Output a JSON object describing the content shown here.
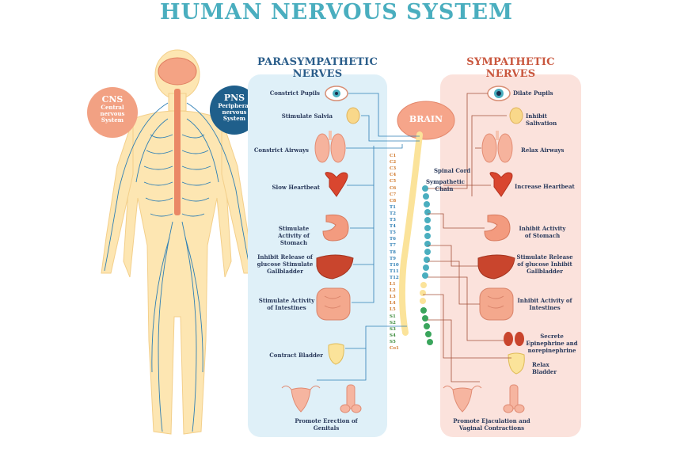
{
  "title": "HUMAN NERVOUS SYSTEM",
  "cns": {
    "abbr": "CNS",
    "line1": "Central",
    "line2": "nervous",
    "line3": "System",
    "color": "#f2a183"
  },
  "pns": {
    "abbr": "PNS",
    "line1": "Peripheral",
    "line2": "nervous",
    "line3": "System",
    "color": "#1f5f8b"
  },
  "parasympathetic": {
    "heading": "PARASYMPATHETIC NERVES",
    "labels": [
      "Constrict Pupils",
      "Stimulate Salvia",
      "Constrict Airways",
      "Slow Heartbeat",
      "Stimulate Activity of Stomach",
      "Inhibit Release of glucose Stimulate Gallbladder",
      "Stimulate Activity of Intestines",
      "Contract Bladder",
      "Promote Erection of Genitals"
    ]
  },
  "sympathetic": {
    "heading": "SYMPATHETIC NERVES",
    "labels": [
      "Dilate Pupils",
      "Inhibit Salivation",
      "Relax Airways",
      "Increase Heartbeat",
      "Inhibit Activity of Stomach",
      "Stimulate Release of glucose Inhibit Gallbladder",
      "Inhibit Activity of Intestines",
      "Secrete Epinephrine and norepinephrine",
      "Relax Bladder",
      "Promote Ejaculation and Vaginal Contractions"
    ]
  },
  "center": {
    "brain": "BRAIN",
    "spinal_cord": "Spinal Cord",
    "sympathetic_chain": "Sympathetic Chain"
  },
  "segments": [
    "C1",
    "C2",
    "C3",
    "C4",
    "C5",
    "C6",
    "C7",
    "C8",
    "T1",
    "T2",
    "T3",
    "T4",
    "T5",
    "T6",
    "T7",
    "T8",
    "T9",
    "T10",
    "T11",
    "T12",
    "L1",
    "L2",
    "L3",
    "L4",
    "L5",
    "S1",
    "S2",
    "S3",
    "S4",
    "S5",
    "Co1"
  ],
  "colors": {
    "title": "#4aaebf",
    "para_bg": "#dff0f8",
    "symp_bg": "#fbe2dc",
    "nerve": "#2f7fb5",
    "spine": "#ea8866"
  }
}
